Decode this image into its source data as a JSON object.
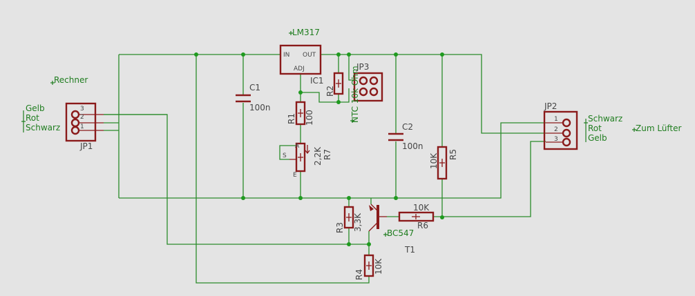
{
  "labels": {
    "rechner": "Rechner",
    "jp1_pin3": "Gelb",
    "jp1_pin2": "Rot",
    "jp1_pin1": "Schwarz",
    "jp1_name": "JP1",
    "jp2_pin1": "Schwarz",
    "jp2_pin2": "Rot",
    "jp2_pin3": "Gelb",
    "jp2_name": "JP2",
    "zum_luefter": "Zum Lüfter",
    "ic1_value": "LM317",
    "ic1_name": "IC1",
    "ic1_in": "IN",
    "ic1_out": "OUT",
    "ic1_adj": "ADJ",
    "c1_name": "C1",
    "c1_value": "100n",
    "c2_name": "C2",
    "c2_value": "100n",
    "r1_name": "R1",
    "r1_value": "100",
    "r2_name": "R2",
    "r7_name": "R7",
    "r7_value": "2,2K",
    "r7_pin_a": "A",
    "r7_pin_e": "E",
    "r7_pin_s": "S",
    "r5_name": "R5",
    "r5_value": "10K",
    "r6_name": "R6",
    "r6_value": "10K",
    "r3_name": "R3",
    "r3_value": "3,3K",
    "r4_name": "R4",
    "r4_value": "10K",
    "t1_name": "T1",
    "t1_value": "BC547",
    "jp3_name": "JP3",
    "ntc_value": "NTC 10k Ohm",
    "pin_1": "1",
    "pin_2": "2",
    "pin_3": "3"
  },
  "colors": {
    "background": "#e4e4e4",
    "wire": "#2a8a2a",
    "component": "#8a1a1a",
    "label_green": "#1f7d1f",
    "label_dark": "#454545"
  }
}
